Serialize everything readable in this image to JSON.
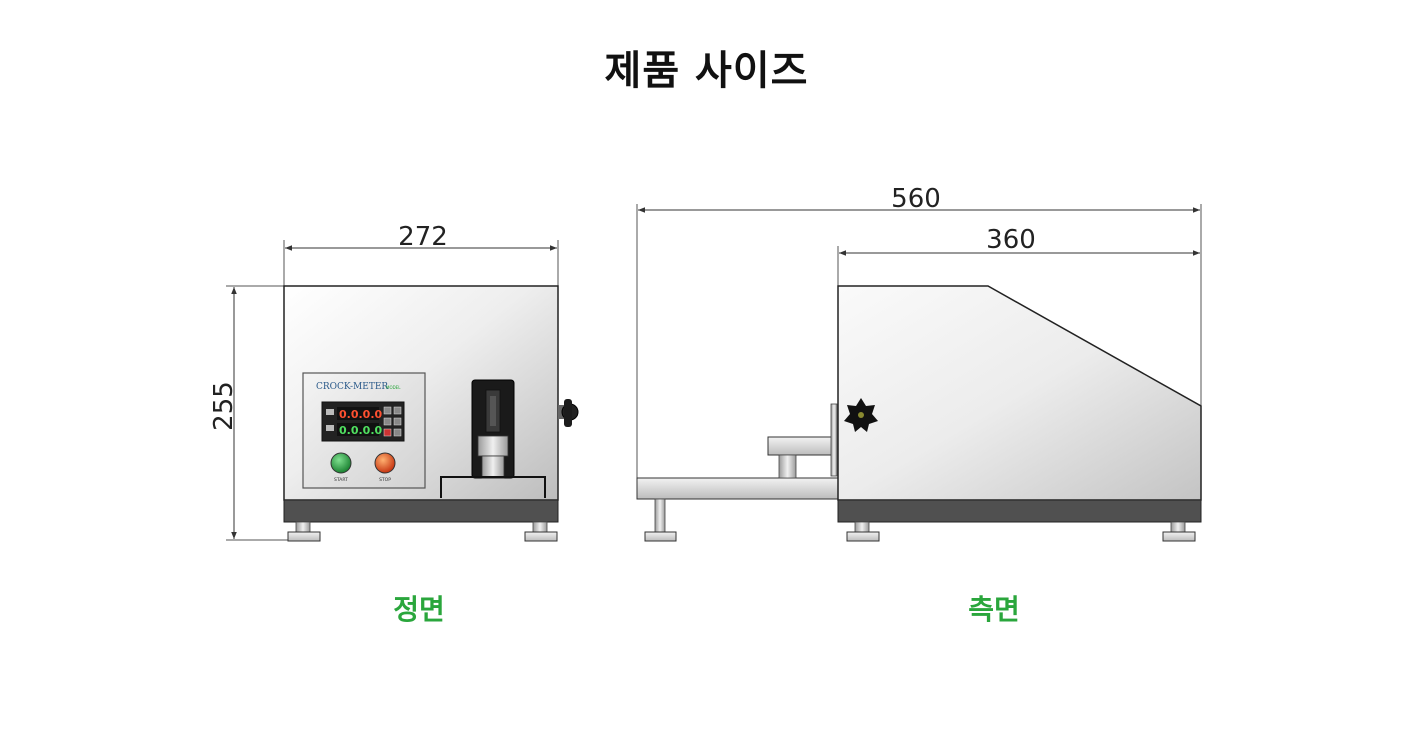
{
  "title": "제품 사이즈",
  "views": {
    "front": {
      "label": "정면"
    },
    "side": {
      "label": "측면"
    }
  },
  "dimensions": {
    "front_width": "272",
    "front_height": "255",
    "side_total_length": "560",
    "side_body_length": "360"
  },
  "panel": {
    "brand": "CROCK-METER",
    "model": "MODEL",
    "counter_title": "COUNTER TIMER",
    "display_top": "0.0.0.0",
    "display_bottom": "0.0.0.0",
    "start_label": "START",
    "stop_label": "STOP"
  },
  "colors": {
    "accent_green": "#2aa63c",
    "start_button": "#1e9a3a",
    "stop_button": "#e2401a",
    "base_dark": "#505050"
  }
}
